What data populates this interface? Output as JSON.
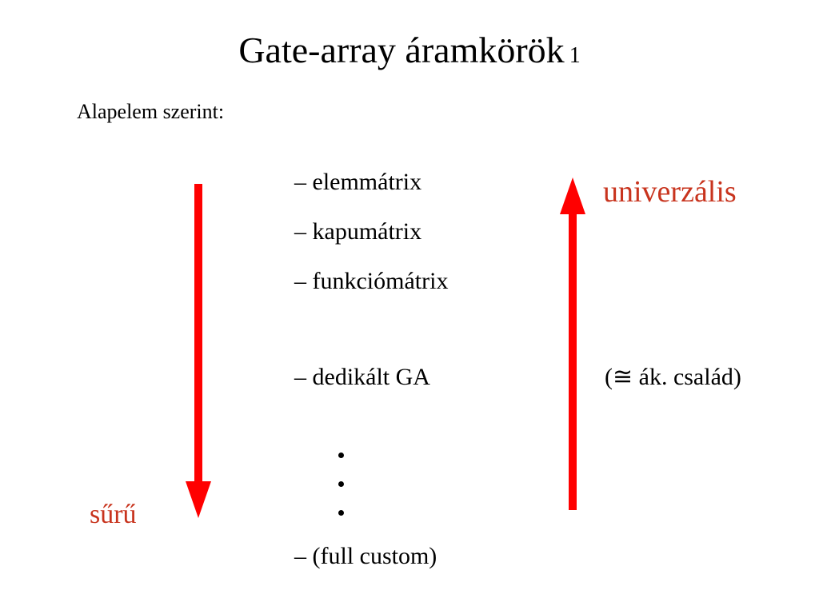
{
  "title": {
    "text": "Gate-array áramkörök",
    "number": "1"
  },
  "subtitle": "Alapelem szerint:",
  "list": {
    "elemmatrix": "– elemmátrix",
    "kapumatrix": "– kapumátrix",
    "funkciomatrix": "– funkciómátrix",
    "dedikalt": "– dedikált GA",
    "fullcustom": "– (full custom)"
  },
  "labels": {
    "univerzalis": "univerzális",
    "suru": "sűrű",
    "csalad": "(≅ ák. család)"
  },
  "colors": {
    "arrow": "#ff0000",
    "label": "#c8341e"
  }
}
